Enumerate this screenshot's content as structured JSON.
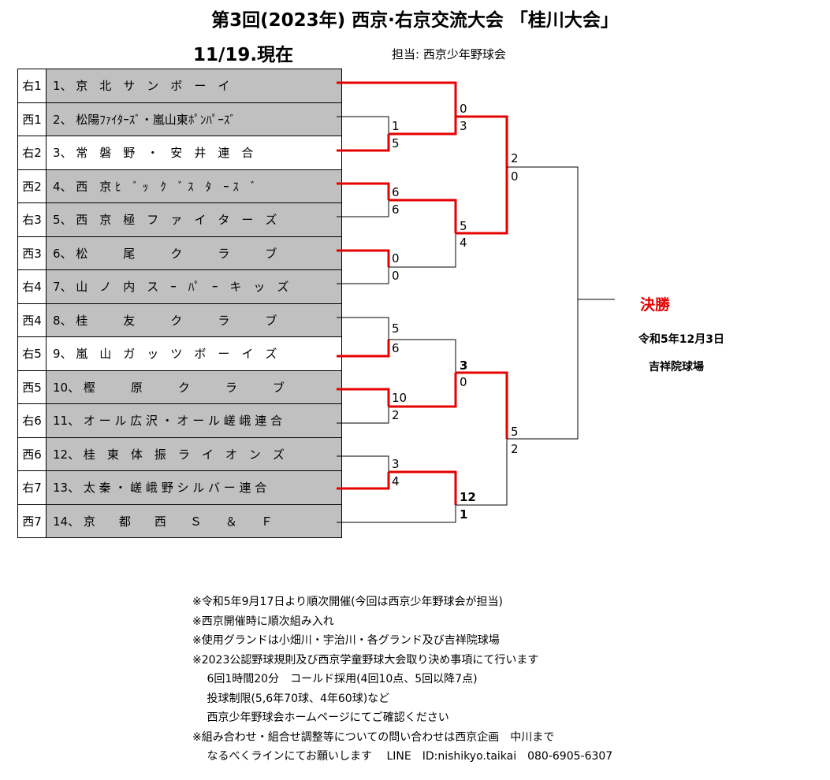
{
  "title": "第3回(2023年) 西京·右京交流大会 「桂川大会」",
  "as_of": "11/19.現在",
  "organizer": "担当: 西京少年野球会",
  "teams": [
    {
      "seed": "右1",
      "name": "1、 京　北　サ　ン　ボ　ー　イ",
      "shade": "gray"
    },
    {
      "seed": "西1",
      "name": "2、 松陽ﾌｧｲﾀｰｽﾞ・嵐山東ﾎﾟﾝﾊﾟｰｽﾞ",
      "shade": "gray"
    },
    {
      "seed": "右2",
      "name": "3、 常　磐　野　・　安　井　連　合",
      "shade": "white"
    },
    {
      "seed": "西2",
      "name": "4、 西　京 ﾋ　ﾞ ｯ　ｸ　ﾞ ｽ　ﾀ　ｰ ｽ　ﾞ",
      "shade": "gray"
    },
    {
      "seed": "右3",
      "name": "5、 西　京　極　フ　ァ　イ　タ　ー　ズ",
      "shade": "gray"
    },
    {
      "seed": "西3",
      "name": "6、 松　　　尾　　　ク　　　ラ　　　ブ",
      "shade": "gray"
    },
    {
      "seed": "右4",
      "name": "7、 山　ノ　内　ス　ｰ　ﾊﾟ　ｰ　キ　ッ　ズ",
      "shade": "gray"
    },
    {
      "seed": "西4",
      "name": "8、 桂　　　友　　　ク　　　ラ　　　ブ",
      "shade": "gray"
    },
    {
      "seed": "右5",
      "name": "9、 嵐　山　ガ　ッ　ツ　ボ　ー　イ　ズ",
      "shade": "white"
    },
    {
      "seed": "西5",
      "name": "10、 樫　　　原　　　ク　　　ラ　　　ブ",
      "shade": "gray"
    },
    {
      "seed": "右6",
      "name": "11、 オ ー ル 広 沢 ・ オ ー ル 嵯 峨 連 合",
      "shade": "gray"
    },
    {
      "seed": "西6",
      "name": "12、 桂　東　体　振　ラ　イ　オ　ン　ズ",
      "shade": "gray"
    },
    {
      "seed": "右7",
      "name": "13、 太 秦 ・ 嵯 峨 野 シ ル バ ー 連 合",
      "shade": "gray"
    },
    {
      "seed": "西7",
      "name": "14、 京　　都　　西　　Ｓ　　＆　　Ｆ",
      "shade": "gray"
    }
  ],
  "scores": [
    {
      "text": "0",
      "bold": false
    },
    {
      "text": "3",
      "bold": false
    },
    {
      "text": "1",
      "bold": false
    },
    {
      "text": "5",
      "bold": false
    },
    {
      "text": "6",
      "bold": false
    },
    {
      "text": "6",
      "bold": false
    },
    {
      "text": "0",
      "bold": false
    },
    {
      "text": "0",
      "bold": false
    },
    {
      "text": "5",
      "bold": false
    },
    {
      "text": "4",
      "bold": false
    },
    {
      "text": "2",
      "bold": false
    },
    {
      "text": "0",
      "bold": false
    },
    {
      "text": "5",
      "bold": false
    },
    {
      "text": "6",
      "bold": false
    },
    {
      "text": "10",
      "bold": false
    },
    {
      "text": "2",
      "bold": false
    },
    {
      "text": "3",
      "bold": true
    },
    {
      "text": "0",
      "bold": false
    },
    {
      "text": "3",
      "bold": false
    },
    {
      "text": "4",
      "bold": false
    },
    {
      "text": "12",
      "bold": true
    },
    {
      "text": "1",
      "bold": true
    },
    {
      "text": "5",
      "bold": false
    },
    {
      "text": "2",
      "bold": false
    }
  ],
  "final": {
    "label": "決勝",
    "date": "令和5年12月3日",
    "venue": "吉祥院球場"
  },
  "notes": [
    "※令和5年9月17日より順次開催(今回は西京少年野球会が担当)",
    "※西京開催時に順次組み入れ",
    "※使用グランドは小畑川・宇治川・各グランド及び吉祥院球場",
    "※2023公認野球規則及び西京学童野球大会取り決め事項にて行います",
    "　 6回1時間20分　コールド採用(4回10点、5回以降7点)",
    "　 投球制限(5,6年70球、4年60球)など",
    "　 西京少年野球会ホームページにてご確認ください",
    "※組み合わせ・組合せ調整等についての問い合わせは西京企画　中川まで",
    "　 なるべくラインにてお願いします　 LINE　ID:nishikyo.taikai　080-6905-6307"
  ],
  "colors": {
    "winner_line": "#e60000",
    "loser_line": "#000000",
    "team_gray": "#c0c0c0",
    "final_label": "#e60000"
  }
}
